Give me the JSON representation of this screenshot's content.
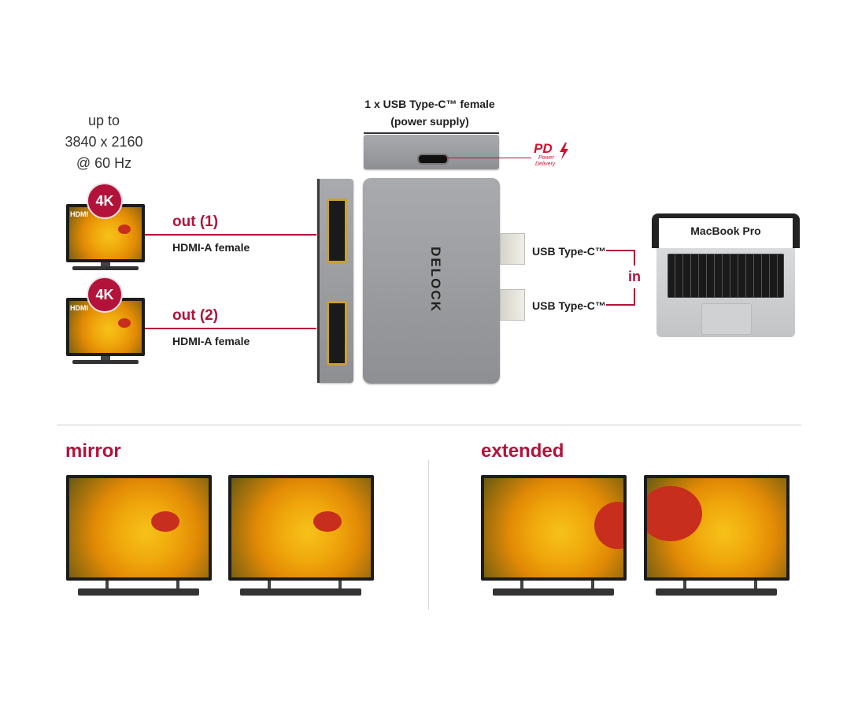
{
  "resolution": {
    "line1": "up to",
    "line2": "3840 x 2160",
    "line3": "@ 60 Hz"
  },
  "power": {
    "line1": "1 x USB Type-C™ female",
    "line2": "(power supply)"
  },
  "pd_logo": {
    "big": "PD",
    "small1": "Power",
    "small2": "Delivery"
  },
  "outputs": [
    {
      "badge": "4K",
      "monitor_tag": "HDMI",
      "title": "out (1)",
      "sub": "HDMI-A female"
    },
    {
      "badge": "4K",
      "monitor_tag": "HDMI",
      "title": "out (2)",
      "sub": "HDMI-A female"
    }
  ],
  "brand": "DELOCK",
  "inputs": {
    "usb1": "USB Type-C™",
    "usb2": "USB Type-C™",
    "label": "in"
  },
  "laptop": {
    "name": "MacBook Pro"
  },
  "modes": {
    "mirror": "mirror",
    "extended": "extended"
  },
  "colors": {
    "accent": "#b3123a",
    "hub": "#9c9da0",
    "hdmi_gold": "#c9a030"
  }
}
